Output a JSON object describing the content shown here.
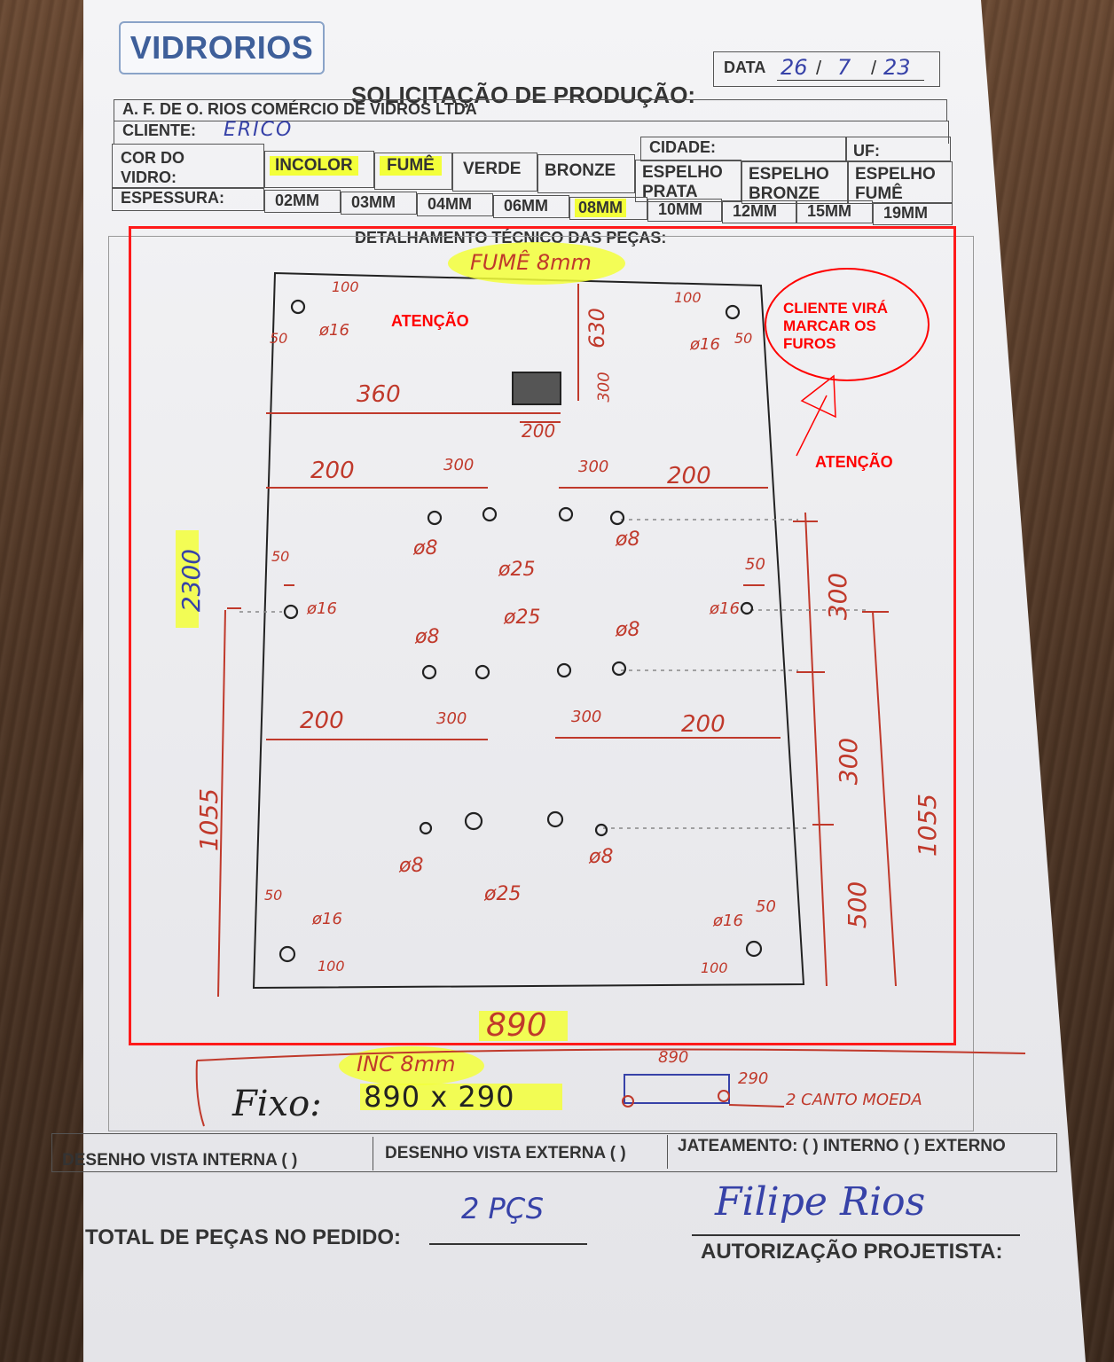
{
  "header": {
    "logo": "VIDRORIOS",
    "date_label": "DATA",
    "date_day": "26",
    "date_month": "7",
    "date_year": "23",
    "title": "SOLICITAÇÃO DE PRODUÇÃO:",
    "company": "A. F. DE O. RIOS COMÉRCIO DE VIDROS LTDA",
    "client_label": "CLIENTE:",
    "client_value": "ERICO",
    "city_label": "CIDADE:",
    "uf_label": "UF:"
  },
  "glass_color": {
    "label_line1": "COR DO",
    "label_line2": "VIDRO:",
    "options": [
      "INCOLOR",
      "FUMÊ",
      "VERDE",
      "BRONZE"
    ],
    "options_two_line": [
      {
        "line1": "ESPELHO",
        "line2": "PRATA"
      },
      {
        "line1": "ESPELHO",
        "line2": "BRONZE"
      },
      {
        "line1": "ESPELHO",
        "line2": "FUMÊ"
      }
    ]
  },
  "thickness": {
    "label": "ESPESSURA:",
    "options": [
      "02MM",
      "03MM",
      "04MM",
      "06MM",
      "08MM",
      "10MM",
      "12MM",
      "15MM",
      "19MM"
    ]
  },
  "technical": {
    "title": "DETALHAMENTO TÉCNICO DAS PEÇAS:",
    "top_note": "FUMÊ 8mm",
    "attention_1": "ATENÇÃO",
    "attention_2": "ATENÇÃO",
    "callout": "CLIENTE VIRÁ MARCAR OS FUROS",
    "height_total": "2300",
    "width_total": "890",
    "dims": {
      "d630": "630",
      "d300a": "300",
      "d360": "360",
      "d200a": "200",
      "d200b": "200",
      "d300b": "300",
      "d300c": "300",
      "d200c": "200",
      "d200d": "200",
      "d300d": "300",
      "d300e": "300",
      "d200e": "200",
      "r300a": "300",
      "r300b": "300",
      "r500": "500",
      "l1055": "1055",
      "r1055": "1055",
      "c50a": "50",
      "c100a": "100",
      "c100b": "100",
      "c50b": "50",
      "c50c": "50",
      "c50d": "50",
      "c50e": "50",
      "c50f": "50",
      "c100c": "100",
      "c100d": "100"
    },
    "holes": {
      "d16": "ø16",
      "d8": "ø8",
      "d25": "ø25"
    }
  },
  "fixed": {
    "note": "INC 8mm",
    "label": "Fixo:",
    "dimension": "890 x 290",
    "sketch_width": "890",
    "sketch_height": "290",
    "sketch_note": "2 CANTO MOEDA"
  },
  "footer": {
    "view_internal": "DESENHO VISTA INTERNA ( )",
    "view_external": "DESENHO VISTA EXTERNA ( )",
    "sandblast": "JATEAMENTO: ( ) INTERNO ( ) EXTERNO",
    "total_label": "TOTAL DE PEÇAS NO PEDIDO:",
    "total_value": "2 PÇS",
    "signature": "Filipe Rios",
    "authorization": "AUTORIZAÇÃO PROJETISTA:"
  },
  "colors": {
    "annotation_red": "#ff0000",
    "pen_red": "#c0392b",
    "pen_blue": "#3742a8",
    "highlighter": "#f3ff3a"
  }
}
